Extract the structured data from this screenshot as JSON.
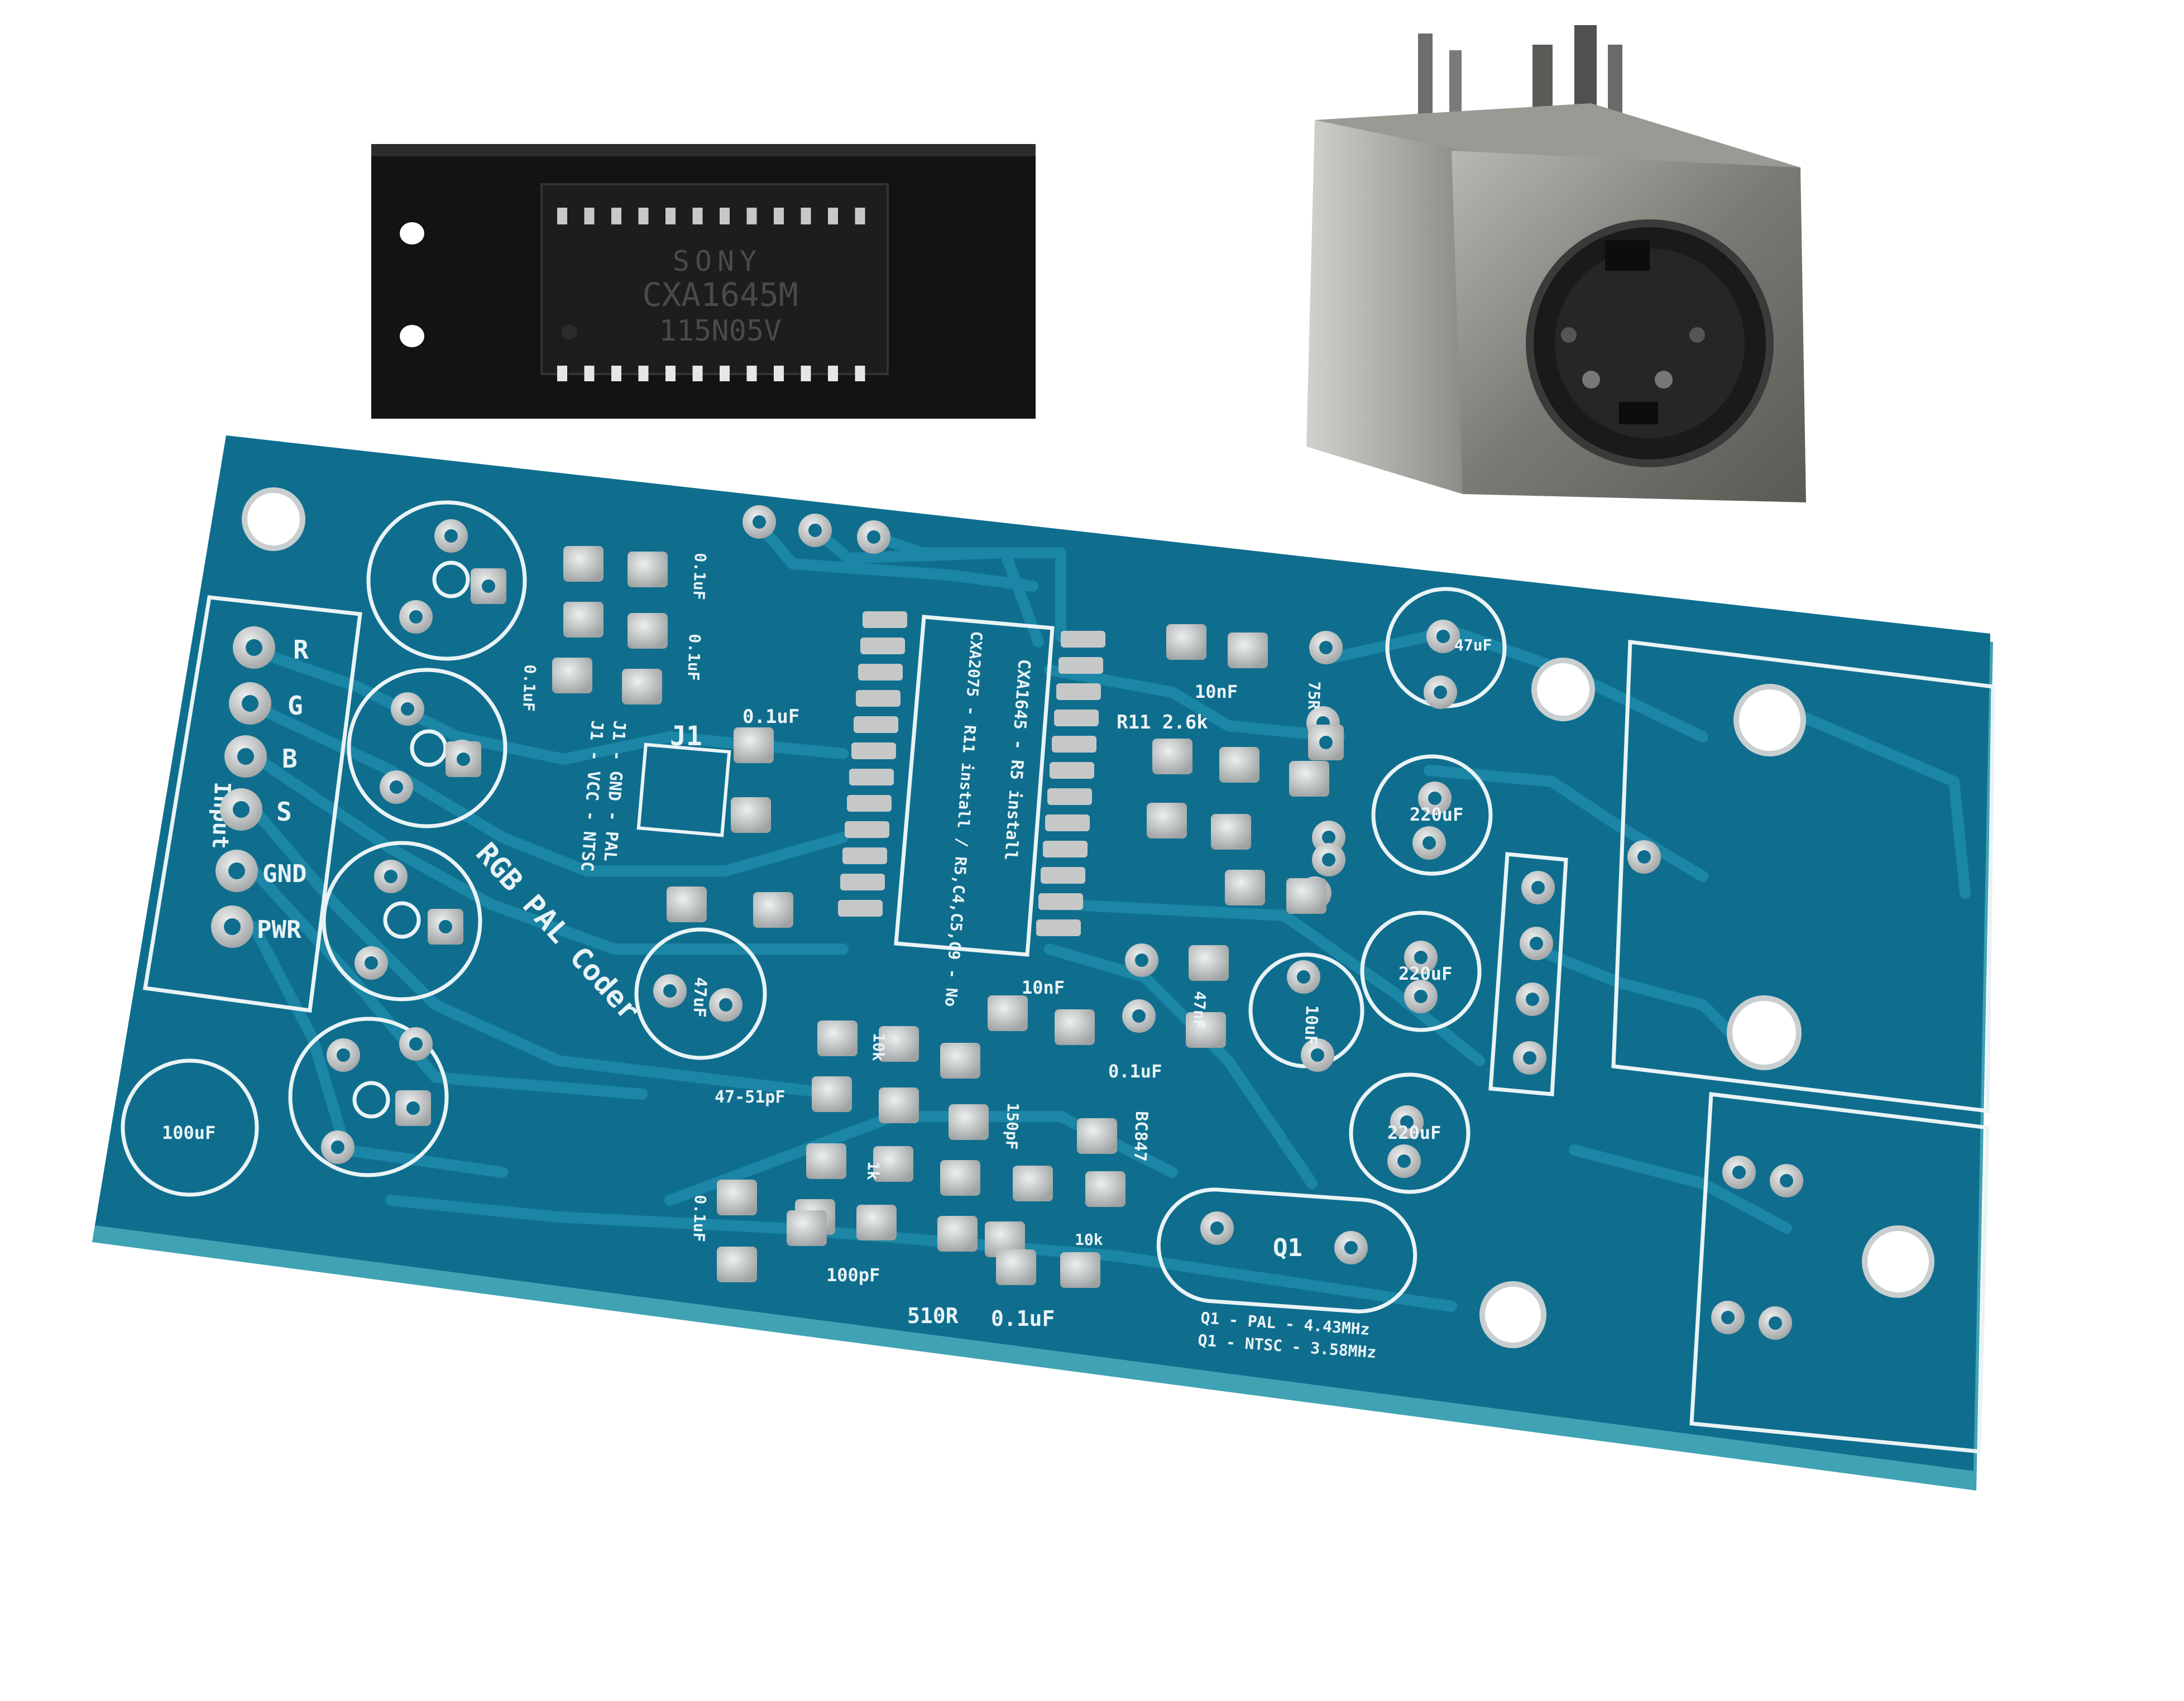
{
  "colors": {
    "background": "#ffffff",
    "pcb_mask": "#0f6e8e",
    "pcb_edge": "#3fa3b4",
    "trace": "#1b86a6",
    "silkscreen": "#e9f3f6",
    "pad": "#c6c8c8",
    "chip_body": "#161616",
    "connector_metal": "#8a8a84"
  },
  "chip": {
    "brand": "SONY",
    "part_number": "CXA1645M",
    "date_code": "115N05V"
  },
  "pcb": {
    "input_header": {
      "title": "Input",
      "pins": [
        "R",
        "G",
        "B",
        "S",
        "GND",
        "PWR"
      ]
    },
    "board_title": "RGB PAL Coder",
    "jumper_label": "J1",
    "jumper_notes": [
      "J1 - GND - PAL",
      "J1 - VCC - NTSC"
    ],
    "ic_notes": [
      "CXA1645 - R5 install",
      "CXA2075 - R11 install / R5,C4,C5,C9 - No"
    ],
    "resistor_r11": "R11 2.6k",
    "crystal": {
      "designator": "Q1",
      "notes": [
        "Q1 - PAL - 4.43MHz",
        "Q1 - NTSC - 3.58MHz"
      ]
    },
    "transistor": "BC847",
    "component_values": {
      "c_100uF": "100uF",
      "c_47uF_a": "47uF",
      "c_47uF_b": "47uF",
      "c_220uF_a": "220uF",
      "c_220uF_b": "220uF",
      "c_220uF_c": "220uF",
      "c_10uF": "10uF",
      "cap_01_a": "0.1uF",
      "cap_01_b": "0.1uF",
      "cap_01_c": "0.1uF",
      "cap_01_d": "0.1uF",
      "cap_01_e": "0.1uF",
      "cap_01_f": "0.1uF",
      "cap_01_g": "0.1uF",
      "cap_10nF_a": "10nF",
      "cap_10nF_b": "10nF",
      "cap_47_51pF": "47-51pF",
      "cap_100pF": "100pF",
      "cap_150pF": "150pF",
      "cap_47nF": "47nF",
      "res_510R": "510R",
      "res_75R": "75R",
      "res_10k_a": "10k",
      "res_10k_b": "10k",
      "res_1k": "1k"
    }
  }
}
